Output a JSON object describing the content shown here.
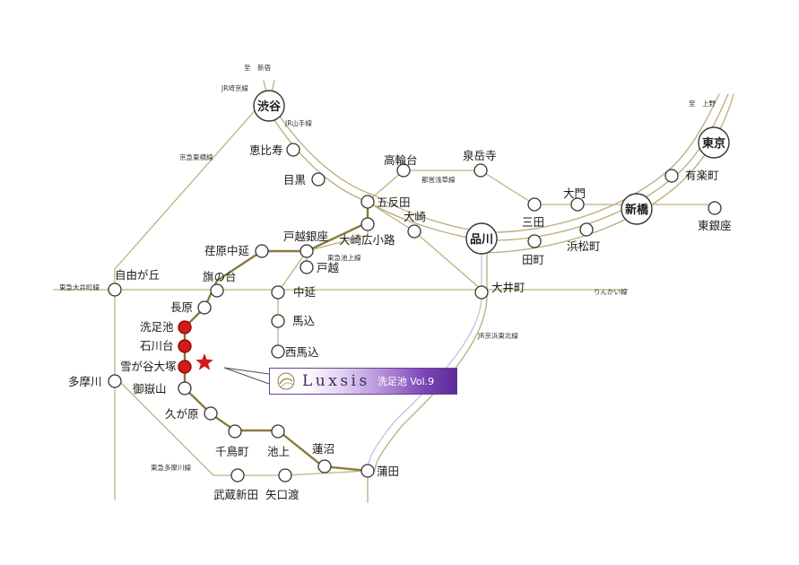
{
  "hubs": [
    {
      "id": "shibuya",
      "name": "渋谷"
    },
    {
      "id": "tokyo",
      "name": "東京"
    },
    {
      "id": "shinbashi",
      "name": "新橋"
    },
    {
      "id": "shinagawa",
      "name": "品川"
    }
  ],
  "stations": [
    {
      "id": "ebisu",
      "name": "恵比寿"
    },
    {
      "id": "meguro",
      "name": "目黒"
    },
    {
      "id": "gotanda",
      "name": "五反田"
    },
    {
      "id": "osaki",
      "name": "大崎"
    },
    {
      "id": "takanawadai",
      "name": "高輪台"
    },
    {
      "id": "sengakuji",
      "name": "泉岳寺"
    },
    {
      "id": "mita",
      "name": "三田"
    },
    {
      "id": "daimon",
      "name": "大門"
    },
    {
      "id": "tamachi",
      "name": "田町"
    },
    {
      "id": "hamamatsucho",
      "name": "浜松町"
    },
    {
      "id": "yurakucho",
      "name": "有楽町"
    },
    {
      "id": "higashiginza",
      "name": "東銀座"
    },
    {
      "id": "togoshiginza",
      "name": "戸越銀座"
    },
    {
      "id": "osakihirokoji",
      "name": "大崎広小路"
    },
    {
      "id": "togoshi",
      "name": "戸越"
    },
    {
      "id": "ebaranakanobu",
      "name": "荏原中延"
    },
    {
      "id": "hatanodai",
      "name": "旗の台"
    },
    {
      "id": "jiyugaoka",
      "name": "自由が丘"
    },
    {
      "id": "nakanobu",
      "name": "中延"
    },
    {
      "id": "ooimachi",
      "name": "大井町"
    },
    {
      "id": "nagahara",
      "name": "長原"
    },
    {
      "id": "magome",
      "name": "馬込"
    },
    {
      "id": "nishimagome",
      "name": "西馬込"
    },
    {
      "id": "senzokuike",
      "name": "洗足池"
    },
    {
      "id": "ishikawadai",
      "name": "石川台"
    },
    {
      "id": "yukigayaotsuka",
      "name": "雪が谷大塚"
    },
    {
      "id": "ontakesan",
      "name": "御嶽山"
    },
    {
      "id": "tamagawa",
      "name": "多摩川"
    },
    {
      "id": "kugahara",
      "name": "久が原"
    },
    {
      "id": "chidoricho",
      "name": "千鳥町"
    },
    {
      "id": "ikegami",
      "name": "池上"
    },
    {
      "id": "hasunuma",
      "name": "蓮沼"
    },
    {
      "id": "kamata",
      "name": "蒲田"
    },
    {
      "id": "musashinitta",
      "name": "武蔵新田"
    },
    {
      "id": "yaguchinowatashi",
      "name": "矢口渡"
    }
  ],
  "line_labels": [
    {
      "id": "saikyo",
      "text": "JR埼京線"
    },
    {
      "id": "yamanote",
      "text": "JR山手線"
    },
    {
      "id": "toyoko",
      "text": "京急東横線"
    },
    {
      "id": "asakusa",
      "text": "都営浅草線"
    },
    {
      "id": "ikegami",
      "text": "東急池上線"
    },
    {
      "id": "oimachi",
      "text": "東急大井町線"
    },
    {
      "id": "rinkai",
      "text": "りんかい線"
    },
    {
      "id": "keihintohoku",
      "text": "JR京浜東北線"
    },
    {
      "id": "tamagawa",
      "text": "東急多摩川線"
    }
  ],
  "destinations": [
    {
      "id": "shinjuku",
      "text": "至　新宿"
    },
    {
      "id": "ueno",
      "text": "至　上野"
    }
  ],
  "property": {
    "brand": "Luxsis",
    "name": "洗足池 Vol.9"
  },
  "highlighted_stations": [
    "洗足池",
    "石川台",
    "雪が谷大塚"
  ],
  "colors": {
    "line_gold": "#8a7a3c",
    "line_gray": "#bfb27c",
    "station_red": "#d41a1a",
    "star_red": "#d41a1a",
    "box_purple": "#5b2a95"
  }
}
